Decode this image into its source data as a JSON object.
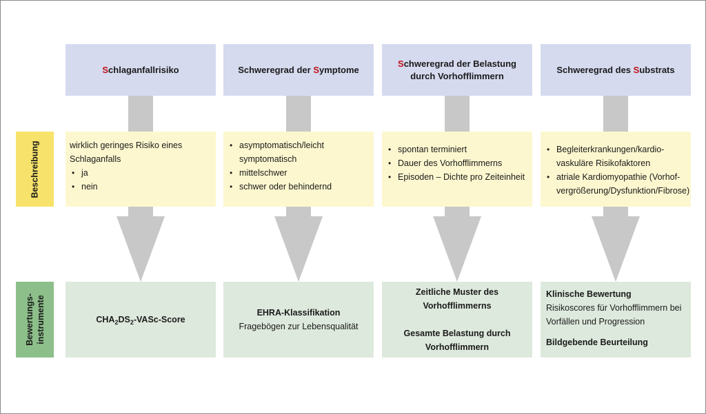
{
  "labels": {
    "description": "Beschreibung",
    "instruments_line1": "Bewertungs-",
    "instruments_line2": "instrumente"
  },
  "columns": [
    {
      "head_initial": "S",
      "head_rest": "chlaganfallrisiko",
      "desc_intro": "wirklich geringes Risiko eines Schlaganfalls",
      "desc_items": [
        "ja",
        "nein"
      ],
      "tool_prefix": "CHA",
      "tool_sub1": "2",
      "tool_mid": "DS",
      "tool_sub2": "2",
      "tool_suffix": "-VASc-Score"
    },
    {
      "head_before": "Schweregrad der ",
      "head_initial": "S",
      "head_rest": "ymptome",
      "desc_items": [
        "asymptomatisch/leicht symptomatisch",
        "mittelschwer",
        "schwer oder behindernd"
      ],
      "tool_title": "EHRA-Klassifikation",
      "tool_text": "Fragebögen zur Lebensqualität"
    },
    {
      "head_initial": "S",
      "head_rest": "chweregrad der Belastung durch Vorhofflimmern",
      "desc_items": [
        "spontan terminiert",
        "Dauer des Vorhofflimmerns",
        "Episoden – Dichte pro Zeiteinheit"
      ],
      "tool_title1": "Zeitliche Muster des Vorhofflimmerns",
      "tool_title2": "Gesamte Belastung durch Vorhofflimmern"
    },
    {
      "head_before": "Schweregrad des ",
      "head_initial": "S",
      "head_rest": "ubstrats",
      "desc_items": [
        "Begleiterkrankungen/kardio-vaskuläre Risikofaktoren",
        "atriale Kardiomyopathie (Vorhof-vergrößerung/Dysfunktion/Fibrose)"
      ],
      "tool_title1": "Klinische Bewertung",
      "tool_text": "Risikoscores für Vorhofflimmern bei Vorfällen und Progression",
      "tool_title2": "Bildgebende Beurteilung"
    }
  ],
  "colors": {
    "header_bg": "#d5daef",
    "highlight": "#c0121a",
    "desc_bg": "#fdf7cf",
    "tool_bg": "#dde9dc",
    "label_yellow": "#f7e36b",
    "label_green": "#8dbf8a",
    "arrow": "#c8c8c8"
  }
}
